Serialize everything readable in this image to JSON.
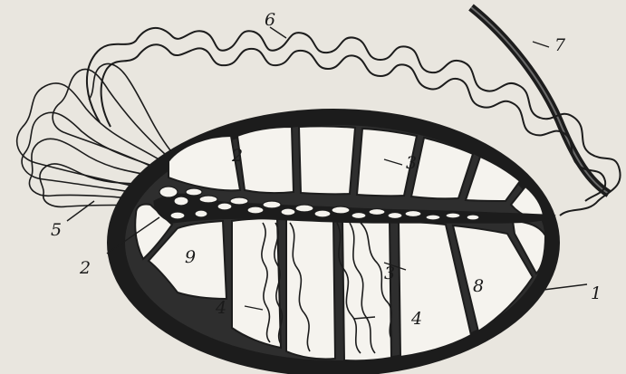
{
  "labels": {
    "l1": "1",
    "l2a": "2",
    "l2b": "2",
    "l3a": "3",
    "l3b": "3",
    "l4a": "4",
    "l4b": "4",
    "l5": "5",
    "l6": "6",
    "l7": "7",
    "l8": "8",
    "l9": "9"
  },
  "colors": {
    "paper": "#e9e6df",
    "ink": "#1c1c1c",
    "lobule": "#f5f3ee"
  }
}
